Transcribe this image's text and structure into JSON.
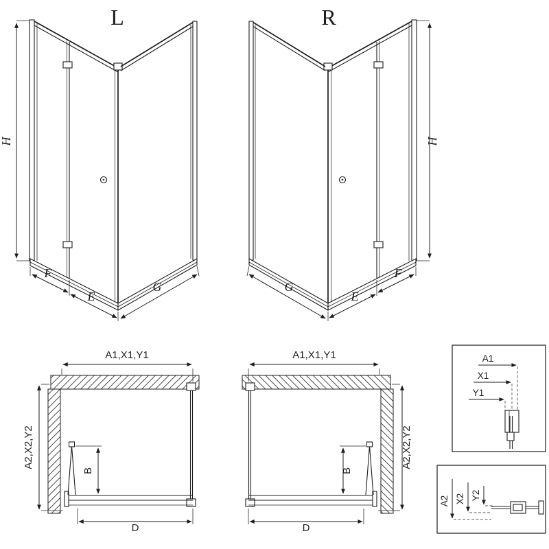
{
  "page": {
    "background": "#ffffff",
    "line_color": "#1d1d1b"
  },
  "iso_left": {
    "variant_label": "L",
    "height_label": "H",
    "fold_outer_label": "F",
    "fold_inner_label": "E",
    "side_panel_label": "G"
  },
  "iso_right": {
    "variant_label": "R",
    "height_label": "H",
    "fold_outer_label": "F",
    "fold_inner_label": "E",
    "side_panel_label": "G"
  },
  "plan_left": {
    "width_dims_label": "A1,X1,Y1",
    "depth_dims_label": "A2,X2,Y2",
    "door_extension_label": "B",
    "entry_width_label": "D"
  },
  "plan_right": {
    "width_dims_label": "A1,X1,Y1",
    "depth_dims_label": "A2,X2,Y2",
    "door_extension_label": "B",
    "entry_width_label": "D"
  },
  "detail_top": {
    "dim1": "A1",
    "dim2": "X1",
    "dim3": "Y1"
  },
  "detail_bottom": {
    "dim1": "A2",
    "dim2": "X2",
    "dim3": "Y2"
  }
}
